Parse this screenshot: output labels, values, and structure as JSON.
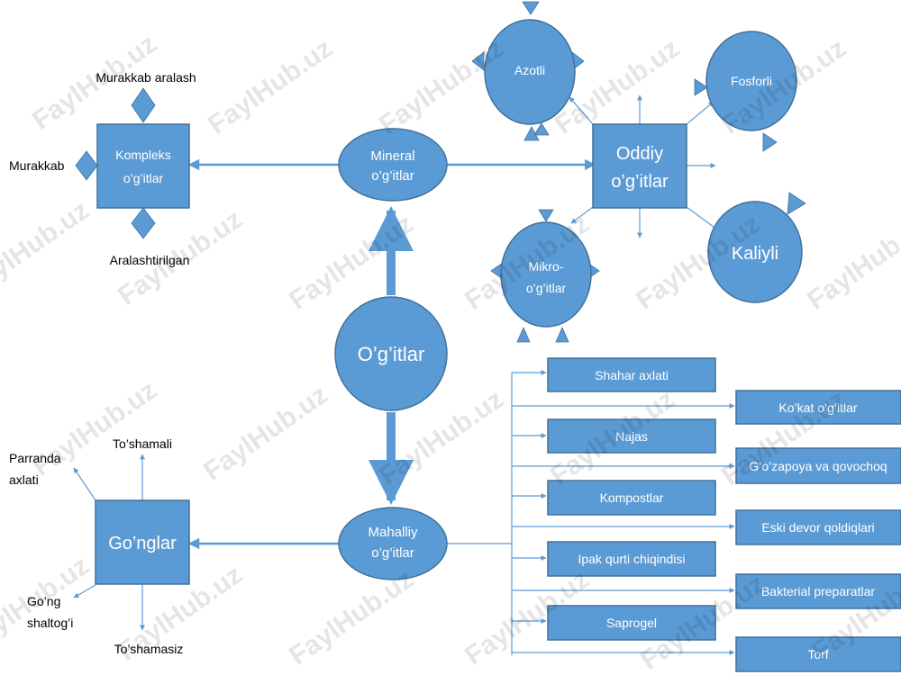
{
  "colors": {
    "shape_fill": "#5b9bd5",
    "shape_stroke": "#41719c",
    "connector": "#5b9bd5",
    "text_on_shape": "#ffffff",
    "text_dark": "#000000"
  },
  "watermark": "FaylHub.uz",
  "center": {
    "label": "O’g’itlar"
  },
  "mineral": {
    "line1": "Mineral",
    "line2": "o’g’itlar"
  },
  "mahalliy": {
    "line1": "Mahalliy",
    "line2": "o’g’itlar"
  },
  "kompleks": {
    "line1": "Kompleks",
    "line2": "o’g’itlar",
    "types": {
      "top": "Murakkab aralash",
      "left": "Murakkab",
      "bottom": "Aralashtirilgan"
    }
  },
  "oddiy": {
    "line1": "Oddiy",
    "line2": "o’g’itlar",
    "types": {
      "azotli": "Azotli",
      "fosforli": "Fosforli",
      "kaliyli": "Kaliyli",
      "mikro_line1": "Mikro-",
      "mikro_line2": "o’g’itlar"
    }
  },
  "gonglar": {
    "label": "Go’nglar",
    "types": {
      "parranda_line1": "Parranda",
      "parranda_line2": "axlati",
      "toshamali": "To’shamali",
      "gong_line1": "Go’ng",
      "gong_line2": "shaltog’i",
      "toshamasiz": "To’shamasiz"
    }
  },
  "local_types": [
    "Shahar axlati",
    "Ko’kat o’g’itlar",
    "Najas",
    "G’o’zapoya va qovochoq",
    "Kompostlar",
    "Eski devor qoldiqlari",
    "Ipak qurti chiqindisi",
    "Bakterial preparatlar",
    "Saprogel",
    "Torf"
  ]
}
